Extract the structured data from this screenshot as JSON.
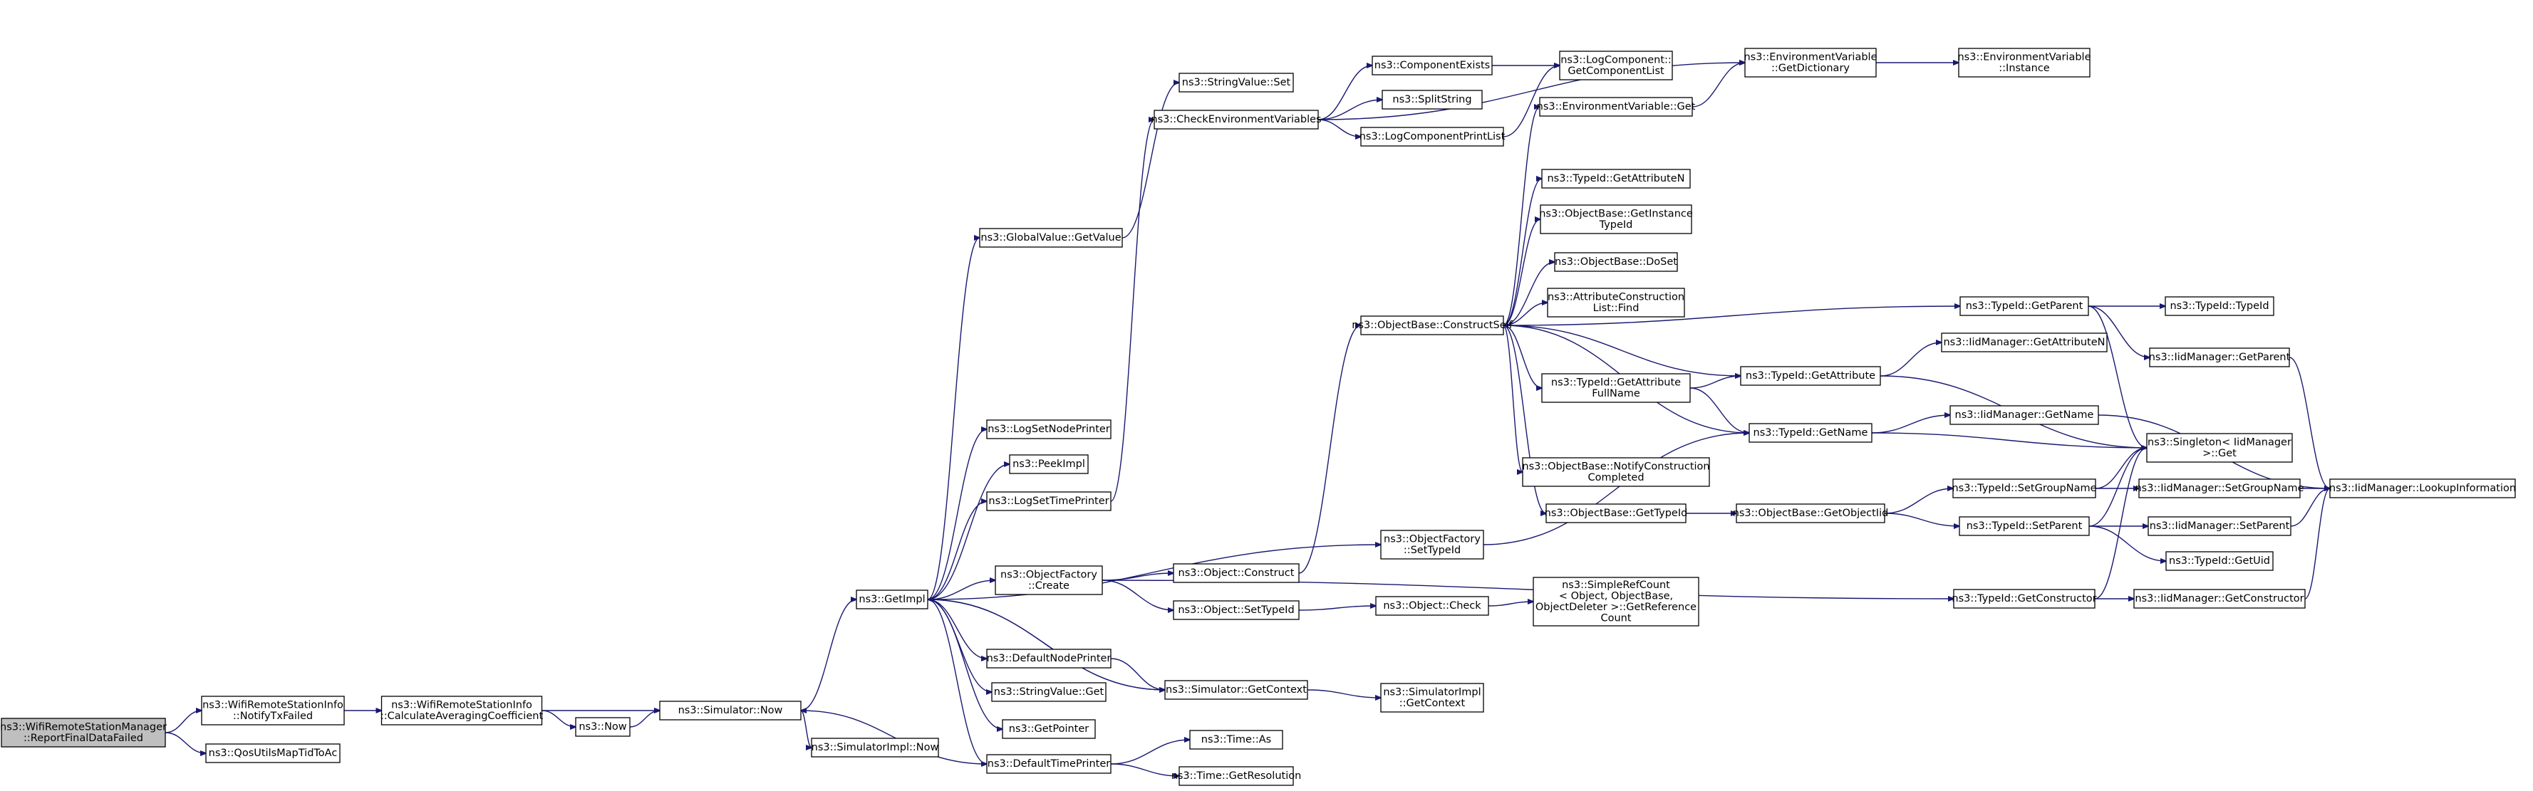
{
  "graph": {
    "nodes": [
      {
        "id": "root",
        "lines": [
          "ns3::WifiRemoteStationManager",
          "::ReportFinalDataFailed"
        ],
        "root": true
      },
      {
        "id": "notify",
        "lines": [
          "ns3::WifiRemoteStationInfo",
          "::NotifyTxFailed"
        ]
      },
      {
        "id": "qosutils",
        "lines": [
          "ns3::QosUtilsMapTidToAc"
        ]
      },
      {
        "id": "calcavg",
        "lines": [
          "ns3::WifiRemoteStationInfo",
          "::CalculateAveragingCoefficient"
        ]
      },
      {
        "id": "now",
        "lines": [
          "ns3::Now"
        ]
      },
      {
        "id": "simnow",
        "lines": [
          "ns3::Simulator::Now"
        ]
      },
      {
        "id": "simimplnow",
        "lines": [
          "ns3::SimulatorImpl::Now"
        ]
      },
      {
        "id": "getimpl",
        "lines": [
          "ns3::GetImpl"
        ]
      },
      {
        "id": "gvgetvalue",
        "lines": [
          "ns3::GlobalValue::GetValue"
        ]
      },
      {
        "id": "svset",
        "lines": [
          "ns3::StringValue::Set"
        ]
      },
      {
        "id": "checkenv",
        "lines": [
          "ns3::CheckEnvironmentVariables"
        ]
      },
      {
        "id": "compexists",
        "lines": [
          "ns3::ComponentExists"
        ]
      },
      {
        "id": "splitstring",
        "lines": [
          "ns3::SplitString"
        ]
      },
      {
        "id": "logcompprint",
        "lines": [
          "ns3::LogComponentPrintList"
        ]
      },
      {
        "id": "logcompget",
        "lines": [
          "ns3::LogComponent::",
          "GetComponentList"
        ]
      },
      {
        "id": "envget",
        "lines": [
          "ns3::EnvironmentVariable::Get"
        ]
      },
      {
        "id": "envdict",
        "lines": [
          "ns3::EnvironmentVariable",
          "::GetDictionary"
        ]
      },
      {
        "id": "envinst",
        "lines": [
          "ns3::EnvironmentVariable",
          "::Instance"
        ]
      },
      {
        "id": "lognode",
        "lines": [
          "ns3::LogSetNodePrinter"
        ]
      },
      {
        "id": "peekimpl",
        "lines": [
          "ns3::PeekImpl"
        ]
      },
      {
        "id": "logtime",
        "lines": [
          "ns3::LogSetTimePrinter"
        ]
      },
      {
        "id": "ofcreate",
        "lines": [
          "ns3::ObjectFactory",
          "::Create"
        ]
      },
      {
        "id": "defnode",
        "lines": [
          "ns3::DefaultNodePrinter"
        ]
      },
      {
        "id": "svget",
        "lines": [
          "ns3::StringValue::Get"
        ]
      },
      {
        "id": "getpointer",
        "lines": [
          "ns3::GetPointer"
        ]
      },
      {
        "id": "deftime",
        "lines": [
          "ns3::DefaultTimePrinter"
        ]
      },
      {
        "id": "objconstruct",
        "lines": [
          "ns3::Object::Construct"
        ]
      },
      {
        "id": "objsettypeid",
        "lines": [
          "ns3::Object::SetTypeId"
        ]
      },
      {
        "id": "simgetctx",
        "lines": [
          "ns3::Simulator::GetContext"
        ]
      },
      {
        "id": "timeas",
        "lines": [
          "ns3::Time::As"
        ]
      },
      {
        "id": "timeres",
        "lines": [
          "ns3::Time::GetResolution"
        ]
      },
      {
        "id": "obcs",
        "lines": [
          "ns3::ObjectBase::ConstructSelf"
        ]
      },
      {
        "id": "objcheck",
        "lines": [
          "ns3::Object::Check"
        ]
      },
      {
        "id": "simimplctx",
        "lines": [
          "ns3::SimulatorImpl",
          "::GetContext"
        ]
      },
      {
        "id": "ofsettypeid",
        "lines": [
          "ns3::ObjectFactory",
          "::SetTypeId"
        ]
      },
      {
        "id": "tidgetattrn",
        "lines": [
          "ns3::TypeId::GetAttributeN"
        ]
      },
      {
        "id": "obgetinst",
        "lines": [
          "ns3::ObjectBase::GetInstance",
          "TypeId"
        ]
      },
      {
        "id": "obdoset",
        "lines": [
          "ns3::ObjectBase::DoSet"
        ]
      },
      {
        "id": "acfind",
        "lines": [
          "ns3::AttributeConstruction",
          "List::Find"
        ]
      },
      {
        "id": "tidgetattrfull",
        "lines": [
          "ns3::TypeId::GetAttribute",
          "FullName"
        ]
      },
      {
        "id": "obnotify",
        "lines": [
          "ns3::ObjectBase::NotifyConstruction",
          "Completed"
        ]
      },
      {
        "id": "obgettypeid",
        "lines": [
          "ns3::ObjectBase::GetTypeId"
        ]
      },
      {
        "id": "srcget",
        "lines": [
          "ns3::SimpleRefCount",
          "< Object, ObjectBase,",
          "ObjectDeleter >::GetReference",
          "Count"
        ]
      },
      {
        "id": "tidgetattr",
        "lines": [
          "ns3::TypeId::GetAttribute"
        ]
      },
      {
        "id": "tidgetname",
        "lines": [
          "ns3::TypeId::GetName"
        ]
      },
      {
        "id": "obgetobjectid",
        "lines": [
          "ns3::ObjectBase::GetObjectIid"
        ]
      },
      {
        "id": "tidgetparent",
        "lines": [
          "ns3::TypeId::GetParent"
        ]
      },
      {
        "id": "iidgetattrn",
        "lines": [
          "ns3::IidManager::GetAttributeN"
        ]
      },
      {
        "id": "iidgetname",
        "lines": [
          "ns3::IidManager::GetName"
        ]
      },
      {
        "id": "tidsetgroup",
        "lines": [
          "ns3::TypeId::SetGroupName"
        ]
      },
      {
        "id": "tidsetparent",
        "lines": [
          "ns3::TypeId::SetParent"
        ]
      },
      {
        "id": "tidgetctor",
        "lines": [
          "ns3::TypeId::GetConstructor"
        ]
      },
      {
        "id": "tidtypeid",
        "lines": [
          "ns3::TypeId::TypeId"
        ]
      },
      {
        "id": "iidgetparent",
        "lines": [
          "ns3::IidManager::GetParent"
        ]
      },
      {
        "id": "singleton",
        "lines": [
          "ns3::Singleton< IidManager",
          " >::Get"
        ]
      },
      {
        "id": "iidsetgroup",
        "lines": [
          "ns3::IidManager::SetGroupName"
        ]
      },
      {
        "id": "iidsetparent",
        "lines": [
          "ns3::IidManager::SetParent"
        ]
      },
      {
        "id": "tidgetuid",
        "lines": [
          "ns3::TypeId::GetUid"
        ]
      },
      {
        "id": "iidgetctor",
        "lines": [
          "ns3::IidManager::GetConstructor"
        ]
      },
      {
        "id": "iidlookup",
        "lines": [
          "ns3::IidManager::LookupInformation"
        ]
      }
    ],
    "edges": [
      [
        "root",
        "notify"
      ],
      [
        "root",
        "qosutils"
      ],
      [
        "notify",
        "calcavg"
      ],
      [
        "calcavg",
        "simnow"
      ],
      [
        "calcavg",
        "now"
      ],
      [
        "now",
        "simnow"
      ],
      [
        "simnow",
        "getimpl"
      ],
      [
        "simnow",
        "simimplnow"
      ],
      [
        "getimpl",
        "gvgetvalue"
      ],
      [
        "getimpl",
        "lognode"
      ],
      [
        "getimpl",
        "peekimpl"
      ],
      [
        "getimpl",
        "logtime"
      ],
      [
        "getimpl",
        "ofsettypeid"
      ],
      [
        "getimpl",
        "ofcreate"
      ],
      [
        "getimpl",
        "defnode"
      ],
      [
        "getimpl",
        "svget"
      ],
      [
        "getimpl",
        "getpointer"
      ],
      [
        "getimpl",
        "deftime"
      ],
      [
        "getimpl",
        "simgetctx"
      ],
      [
        "gvgetvalue",
        "svset"
      ],
      [
        "logtime",
        "checkenv"
      ],
      [
        "checkenv",
        "compexists"
      ],
      [
        "checkenv",
        "splitstring"
      ],
      [
        "checkenv",
        "logcompprint"
      ],
      [
        "checkenv",
        "envdict"
      ],
      [
        "compexists",
        "logcompget"
      ],
      [
        "logcompprint",
        "logcompget"
      ],
      [
        "envget",
        "envdict"
      ],
      [
        "envdict",
        "envinst"
      ],
      [
        "ofcreate",
        "objconstruct"
      ],
      [
        "ofcreate",
        "objsettypeid"
      ],
      [
        "ofcreate",
        "tidgetctor"
      ],
      [
        "defnode",
        "simgetctx"
      ],
      [
        "deftime",
        "timeas"
      ],
      [
        "deftime",
        "timeres"
      ],
      [
        "deftime",
        "simnow"
      ],
      [
        "objconstruct",
        "obcs"
      ],
      [
        "objsettypeid",
        "objcheck"
      ],
      [
        "objcheck",
        "srcget"
      ],
      [
        "simgetctx",
        "simimplctx"
      ],
      [
        "simgetctx",
        "getimpl"
      ],
      [
        "ofsettypeid",
        "tidgetname"
      ],
      [
        "obcs",
        "envget"
      ],
      [
        "obcs",
        "tidgetparent"
      ],
      [
        "obcs",
        "tidgetattrn"
      ],
      [
        "obcs",
        "obgetinst"
      ],
      [
        "obcs",
        "obdoset"
      ],
      [
        "obcs",
        "acfind"
      ],
      [
        "obcs",
        "tidgetattrfull"
      ],
      [
        "obcs",
        "tidgetattr"
      ],
      [
        "obcs",
        "tidgetname"
      ],
      [
        "obcs",
        "obnotify"
      ],
      [
        "obcs",
        "obgettypeid"
      ],
      [
        "tidgetattrfull",
        "tidgetattr"
      ],
      [
        "tidgetattrfull",
        "tidgetname"
      ],
      [
        "obgettypeid",
        "obgetobjectid"
      ],
      [
        "tidgetattr",
        "iidgetattrn"
      ],
      [
        "tidgetattr",
        "singleton"
      ],
      [
        "tidgetname",
        "iidgetname"
      ],
      [
        "tidgetname",
        "singleton"
      ],
      [
        "obgetobjectid",
        "tidsetgroup"
      ],
      [
        "obgetobjectid",
        "tidsetparent"
      ],
      [
        "tidgetparent",
        "tidtypeid"
      ],
      [
        "tidgetparent",
        "iidgetparent"
      ],
      [
        "tidgetparent",
        "singleton"
      ],
      [
        "iidgetname",
        "iidlookup"
      ],
      [
        "iidgetparent",
        "iidlookup"
      ],
      [
        "tidsetgroup",
        "singleton"
      ],
      [
        "tidsetgroup",
        "iidsetgroup"
      ],
      [
        "tidsetparent",
        "singleton"
      ],
      [
        "tidsetparent",
        "iidsetparent"
      ],
      [
        "tidsetparent",
        "tidgetuid"
      ],
      [
        "tidgetctor",
        "singleton"
      ],
      [
        "tidgetctor",
        "iidgetctor"
      ],
      [
        "iidsetgroup",
        "iidlookup"
      ],
      [
        "iidsetparent",
        "iidlookup"
      ],
      [
        "iidgetctor",
        "iidlookup"
      ]
    ]
  }
}
